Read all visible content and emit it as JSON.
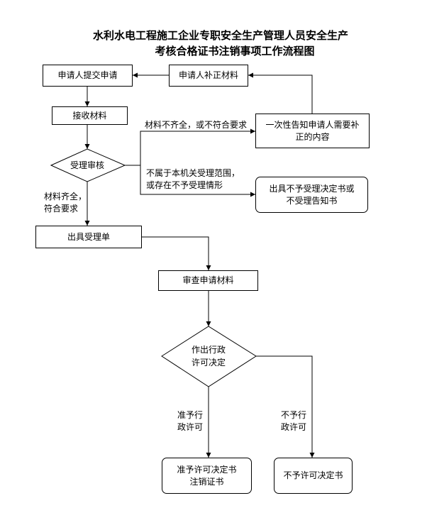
{
  "title": {
    "line1": "水利水电工程施工企业专职安全生产管理人员安全生产",
    "line2": "考核合格证书注销事项工作流程图"
  },
  "nodes": {
    "submit": "申请人提交申请",
    "supplement": "申请人补正材料",
    "receive": "接收材料",
    "notify": "一次性告知申请人需要补正的内容",
    "review": "受理审核",
    "reject_notice": "出具不予受理决定书或不受理告知书",
    "accept_slip": "出具受理单",
    "examine": "审查申请材料",
    "decide_line1": "作出行政",
    "decide_line2": "许可决定",
    "grant_line1": "准予许可决定书",
    "grant_line2": "注销证书",
    "deny": "不予许可决定书"
  },
  "labels": {
    "incomplete": "材料不齐全，或不符合要求",
    "out_of_scope_line1": "不属于本机关受理范围，",
    "out_of_scope_line2": "或存在不予受理情形",
    "complete_line1": "材料齐全，",
    "complete_line2": "符合要求",
    "grant_line1": "准予行",
    "grant_line2": "政许可",
    "deny_line1": "不予行",
    "deny_line2": "政许可"
  }
}
